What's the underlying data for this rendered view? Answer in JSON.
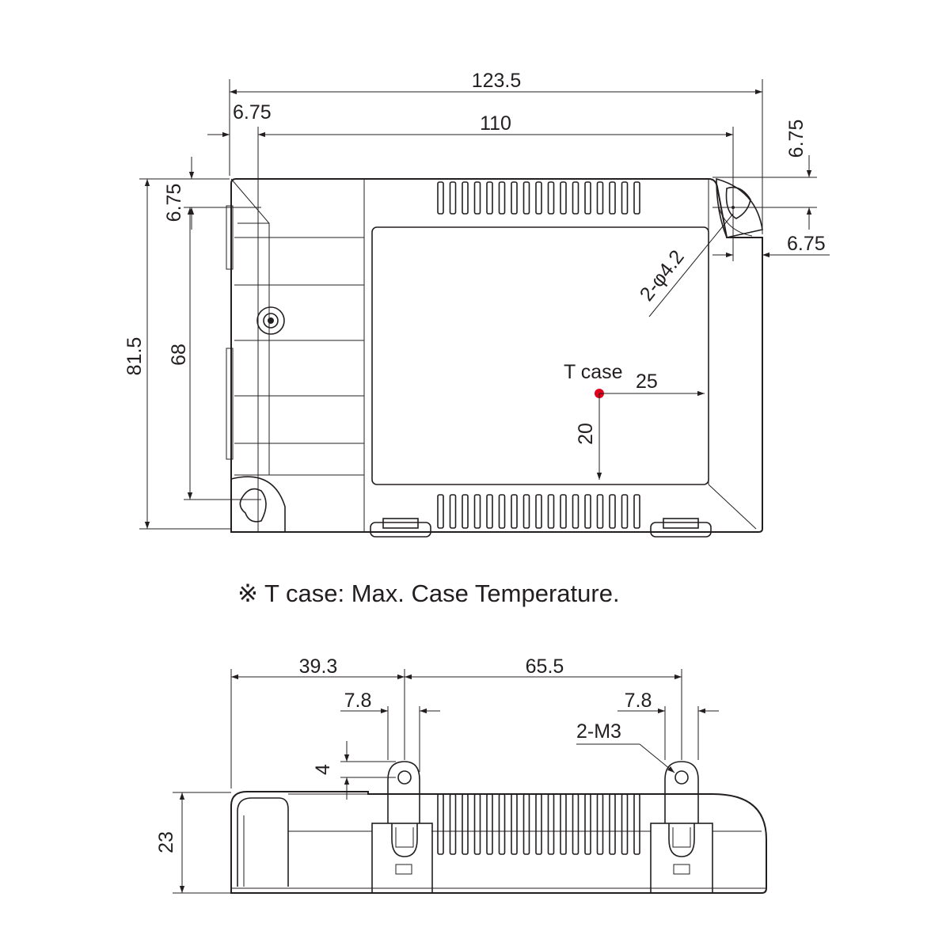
{
  "top_view": {
    "overall_width": "123.5",
    "hole_pitch_x": "110",
    "left_offset": "6.75",
    "right_offset_top": "6.75",
    "right_offset_side": "6.75",
    "top_offset": "6.75",
    "overall_height": "81.5",
    "hole_pitch_y": "68",
    "holes": "2-φ4.2",
    "tcase_label": "T case",
    "tcase_x": "25",
    "tcase_y": "20"
  },
  "note": "※ T case: Max. Case Temperature.",
  "side_view": {
    "dim_left": "39.3",
    "dim_pitch": "65.5",
    "tab_width_left": "7.8",
    "tab_width_right": "7.8",
    "screws": "2-M3",
    "hole_height": "4",
    "height": "23"
  },
  "colors": {
    "line": "#231f20",
    "tcase_dot": "#e3001b"
  }
}
